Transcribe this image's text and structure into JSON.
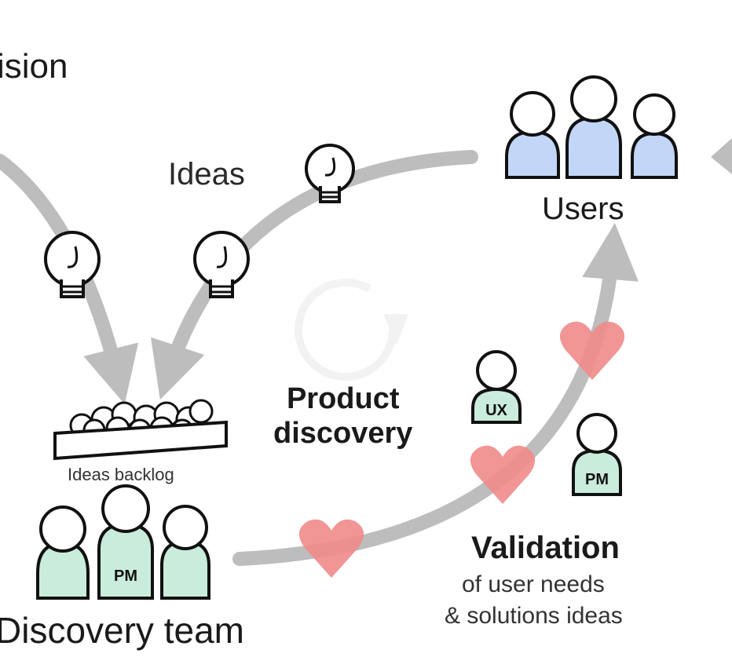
{
  "vision": {
    "text": "ision"
  },
  "ideas": {
    "label": "Ideas"
  },
  "users": {
    "label": "Users"
  },
  "product_discovery": {
    "line1": "Product",
    "line2": "discovery"
  },
  "backlog": {
    "label": "Ideas backlog"
  },
  "team": {
    "label": "Discovery team",
    "member_badge": "PM"
  },
  "roles": {
    "ux_badge": "UX",
    "pm_badge": "PM"
  },
  "validation": {
    "title": "Validation",
    "line1": "of user needs",
    "line2": "& solutions ideas"
  },
  "colors": {
    "users_fill": "#c2d7f7",
    "team_fill": "#c9ecdc",
    "arrow": "#bdbdbd",
    "heart": "#f08a8a"
  }
}
